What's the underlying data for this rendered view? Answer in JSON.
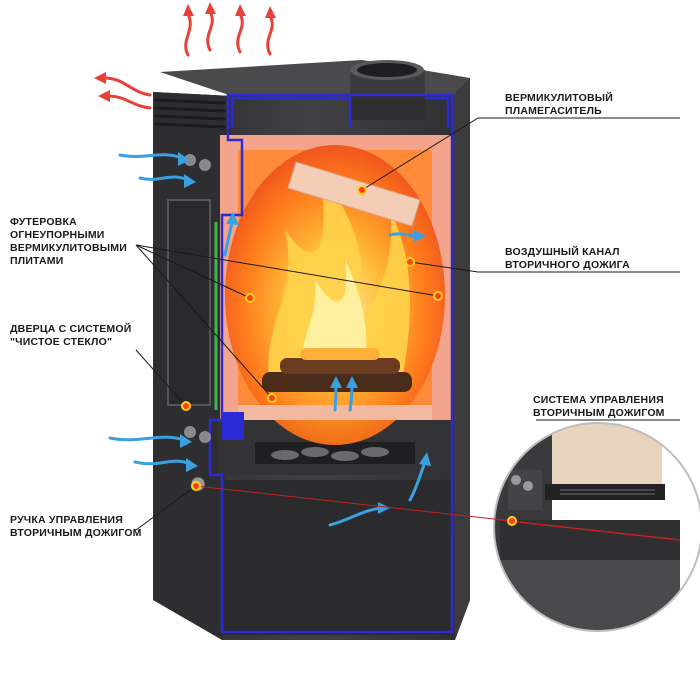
{
  "labels": {
    "flame_damper": [
      "ВЕРМИКУЛИТОВЫЙ",
      "ПЛАМЕГАСИТЕЛЬ"
    ],
    "lining": [
      "ФУТЕРОВКА",
      "ОГНЕУПОРНЫМИ",
      "ВЕРМИКУЛИТОВЫМИ",
      "ПЛИТАМИ"
    ],
    "air_channel": [
      "ВОЗДУШНЫЙ КАНАЛ",
      "ВТОРИЧНОГО ДОЖИГА"
    ],
    "door": [
      "ДВЕРЦА С СИСТЕМОЙ",
      "\"ЧИСТОЕ СТЕКЛО\""
    ],
    "control_system": [
      "СИСТЕМА УПРАВЛЕНИЯ",
      "ВТОРИЧНЫМ ДОЖИГОМ"
    ],
    "control_handle": [
      "РУЧКА УПРАВЛЕНИЯ",
      "ВТОРИЧНЫМ ДОЖИГОМ"
    ]
  },
  "icons": {
    "hot_air": "hot-air-arrow-icon",
    "cold_air": "cold-air-arrow-icon",
    "marker": "callout-marker-icon"
  },
  "colors": {
    "body": "#3a3a3c",
    "body_dark": "#262628",
    "section_outline": "#2b2bd6",
    "lining": "#f2a58c",
    "hot_air": "#e8413a",
    "cold_air": "#3aa0e0",
    "marker_fill": "#ff3b1f",
    "marker_ring": "#ffd21a",
    "glass_edge": "#38b84a"
  }
}
